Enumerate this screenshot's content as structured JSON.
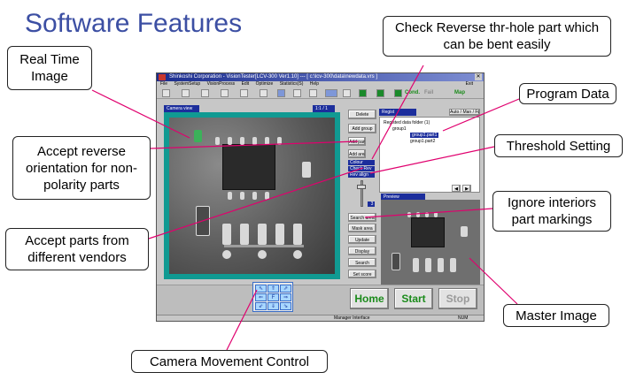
{
  "slide": {
    "title": "Software Features"
  },
  "callouts": {
    "real_time_image": "Real Time Image",
    "check_reverse": "Check Reverse thr-hole part which can be bent easily",
    "program_data": "Program Data",
    "threshold_setting": "Threshold Setting",
    "accept_reverse": "Accept reverse orientation for non-polarity parts",
    "ignore_interiors": "Ignore interiors part markings",
    "accept_vendors": "Accept parts from different vendors",
    "master_image": "Master Image",
    "camera_movement": "Camera Movement Control"
  },
  "app": {
    "title": "Shinkoshi Corporation - VisionTester[LCV-300 Ver1.10] --- [ c:\\lcv-300\\data\\newdata.vrs ]",
    "menu": [
      "File",
      "SystemSetup",
      "VisionProcess",
      "Edit",
      "Optimize",
      "Statistics(S)",
      "Help"
    ],
    "menu_exit": "Exit",
    "toolbar_text": {
      "cond": "Cond.",
      "fail": "Fail",
      "map": "Map"
    },
    "camera_label": "Camera view",
    "camera_scale": "1:1 / 1",
    "buttons": {
      "delete": "Delete",
      "add_group": "Add group",
      "add_part": "Add part",
      "add_area": "Add area",
      "search_area": "Search area",
      "mask_area": "Mask area",
      "update": "Update",
      "display": "Display",
      "search": "Search",
      "set_score": "Set score"
    },
    "fields": {
      "f1": "Colour mode",
      "f2": "Check Rev",
      "f3": "Rev align"
    },
    "threshold_value": "3",
    "regist_label": "Regist information",
    "regist_mode": "Auto / Man / Full",
    "tree": {
      "root": "Registed data folder (1)",
      "group": "group1",
      "part1": "group1.part1",
      "part2": "group1.part2"
    },
    "preview_label": "Preview",
    "home": "Home",
    "start": "Start",
    "stop": "Stop",
    "camera_pad": [
      "⇖",
      "⇑",
      "⇗",
      "⇐",
      "F",
      "⇒",
      "⇙",
      "⇓",
      "⇘"
    ],
    "status_mid": "Manager Interface",
    "status_right": "NUM"
  },
  "colors": {
    "title": "#3c4fa3",
    "leader": "#e0006e",
    "titlebar": "#1a2c8e",
    "home_text": "#1b8b1b",
    "start_text": "#1b8b1b",
    "stop_text": "#9a9a9a"
  }
}
